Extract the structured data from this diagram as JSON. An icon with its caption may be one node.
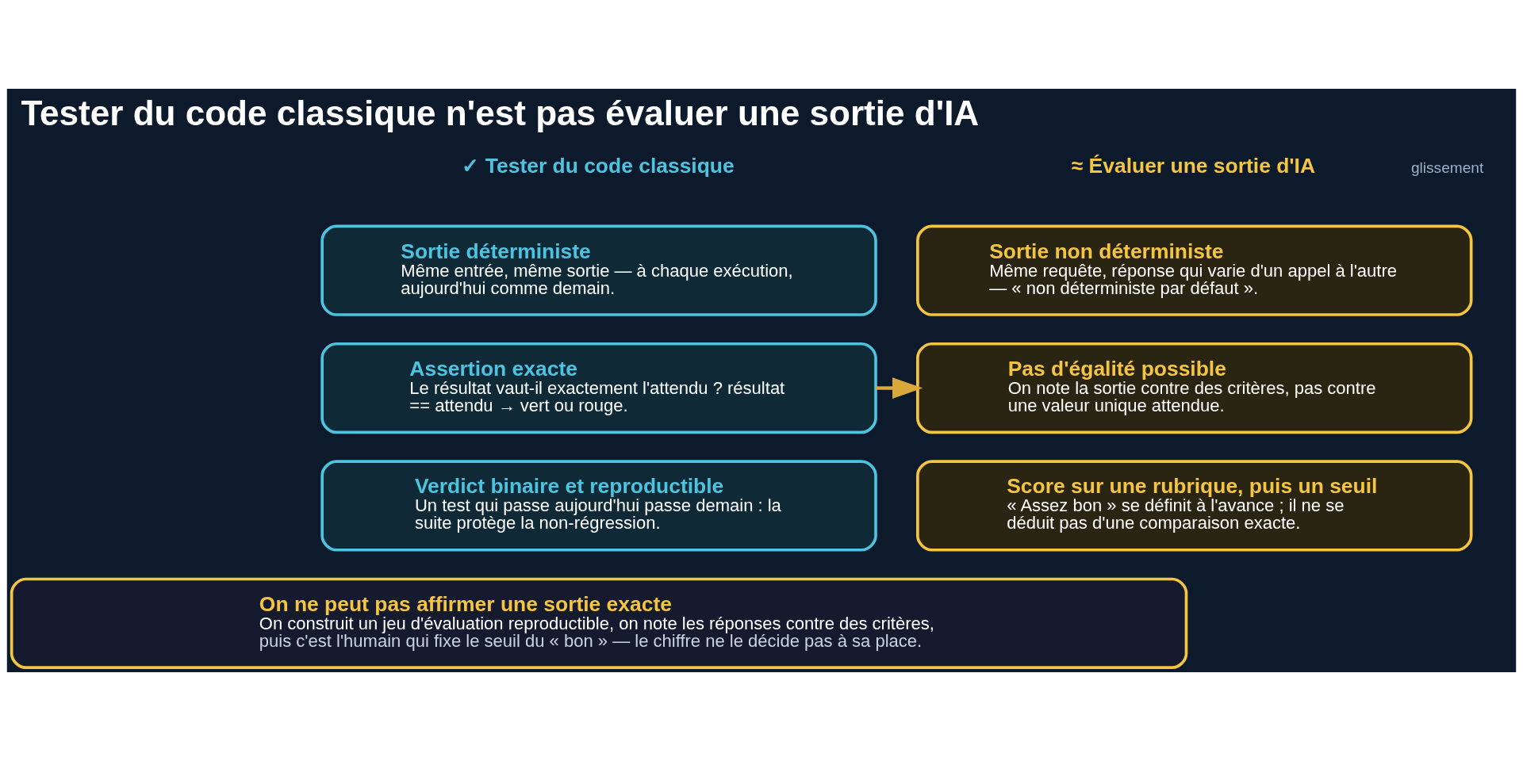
{
  "diagram": {
    "title": "Tester du code classique n'est pas évaluer une sortie d'IA",
    "nodes": [
      {
        "text": [
          "Sortie déterministe",
          "Même entrée, même sortie — à chaque exécution, aujourd'hui comme demain."
        ]
      },
      {
        "text": [
          "Assertion exacte",
          "Le résultat vaut-il exactement l'attendu ? résultat == attendu → vert ou rouge."
        ]
      },
      {
        "text": [
          "Verdict binaire et reproductible",
          "Un test qui passe aujourd'hui passe demain : la suite protège la non-régression."
        ]
      },
      {
        "text": [
          "Sortie non déterministe",
          "Même requête, réponse qui varie d'un appel à l'autre — « non déterministe par défaut »."
        ]
      },
      {
        "text": [
          "Pas d'égalité possible",
          "On note la sortie contre des critères, pas contre une valeur unique attendue."
        ]
      },
      {
        "text": [
          "Score sur une rubrique, puis un seuil",
          "« Assez bon » se définit à l'avance ; il ne se déduit pas d'une comparaison exacte."
        ]
      },
      {
        "text": [
          "On ne peut pas affirmer une sortie exacte",
          "On construit un jeu d'évaluation reproductible, on note les réponses contre des critères,",
          "puis c'est l'humain qui fixe le seuil du « bon » — le chiffre ne le décide pas à sa place."
        ]
      }
    ],
    "edges": [
      {
        "from": 1,
        "to": 4,
        "arrow": "to",
        "color": "#d9a93a"
      }
    ],
    "labels": [
      "✓ Tester du code classique",
      "glissement",
      "≈ Évaluer une sortie d'IA"
    ]
  }
}
